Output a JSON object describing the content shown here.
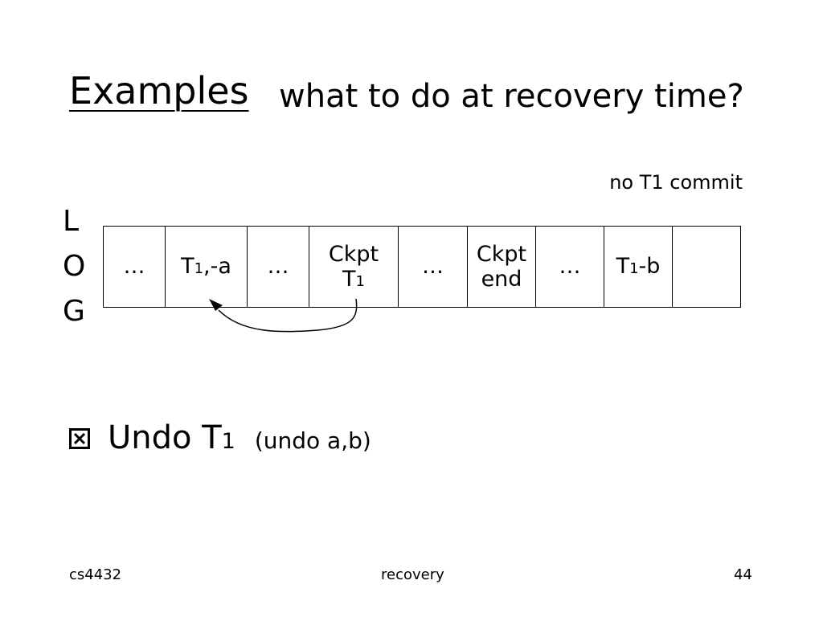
{
  "slide": {
    "title": "Examples",
    "subtitle": "what to do at recovery time?",
    "note": "no T1 commit",
    "log_letters": [
      "L",
      "O",
      "G"
    ],
    "log_cells": [
      {
        "main": "…",
        "sub": "",
        "tail": ""
      },
      {
        "main": "T",
        "sub": "1",
        "tail": ",-a"
      },
      {
        "main": "…",
        "sub": "",
        "tail": ""
      },
      {
        "main": "Ckpt T",
        "sub": "1",
        "tail": ""
      },
      {
        "main": "…",
        "sub": "",
        "tail": ""
      },
      {
        "main": "Ckpt end",
        "sub": "",
        "tail": ""
      },
      {
        "main": "…",
        "sub": "",
        "tail": ""
      },
      {
        "main": "T",
        "sub": "1",
        "tail": "-b"
      },
      {
        "main": "",
        "sub": "",
        "tail": ""
      }
    ],
    "bullet": {
      "icon": "checkbox-x-icon",
      "main": "Undo T",
      "sub": "1",
      "note": "(undo a,b)"
    },
    "footer": {
      "left": "cs4432",
      "center": "recovery",
      "right": "44"
    }
  }
}
